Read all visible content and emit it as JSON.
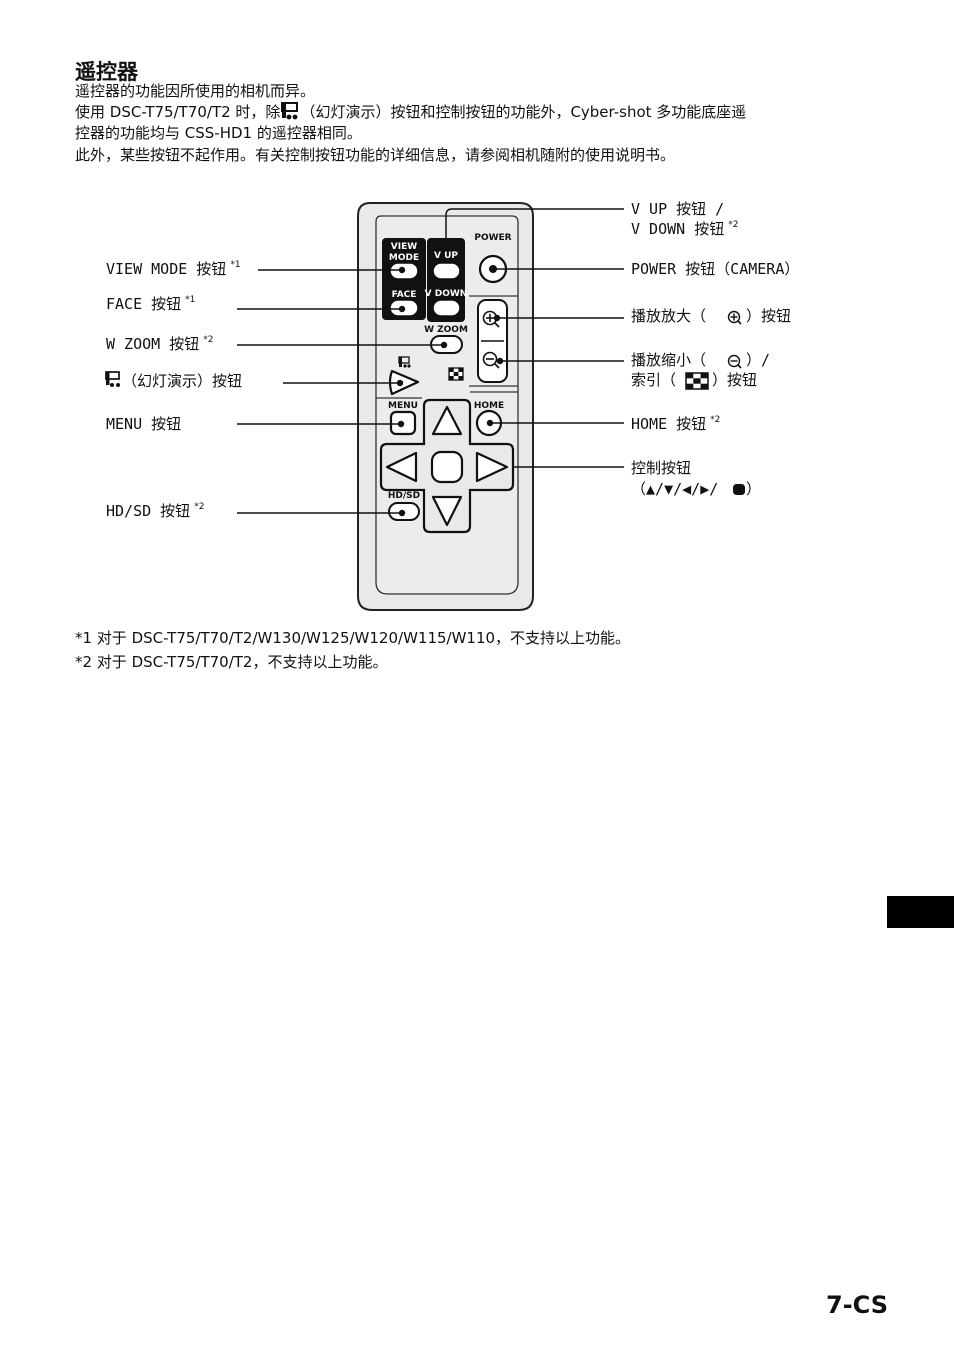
{
  "section": {
    "title": "遥控器",
    "para1": "遥控器的功能因所使用的相机而异。",
    "para2_before_icon": "使用 DSC-T75/T70/T2 时，除",
    "para2_after_icon": "（幻灯演示）按钮和控制按钮的功能外，Cyber-shot 多功能底座遥",
    "para2_line2": "控器的功能均与 CSS-HD1 的遥控器相同。",
    "para3": "此外，某些按钮不起作用。有关控制按钮功能的详细信息，请参阅相机随附的使用说明书。"
  },
  "remote": {
    "keys": {
      "view": "VIEW",
      "mode": "MODE",
      "face": "FACE",
      "vup": "V UP",
      "vdown": "V DOWN",
      "power": "POWER",
      "wzoom": "W ZOOM",
      "menu": "MENU",
      "home": "HOME",
      "hdsd": "HD/SD"
    }
  },
  "labels": {
    "view_mode": "VIEW MODE 按钮",
    "view_mode_sup": "*1",
    "face": "FACE 按钮",
    "face_sup": "*1",
    "w_zoom": "W ZOOM 按钮",
    "w_zoom_sup": "*2",
    "slideshow": "（幻灯演示）按钮",
    "menu": "MENU 按钮",
    "hd_sd": "HD/SD 按钮",
    "hd_sd_sup": "*2",
    "v_up_line1": "V UP 按钮 /",
    "v_up_line2": "V DOWN 按钮",
    "v_up_sup": "*2",
    "power": "POWER 按钮（CAMERA）",
    "zoom_in_before": "播放放大（",
    "zoom_in_after": "）按钮",
    "zoom_out_before": "播放缩小（",
    "zoom_out_after": "）/",
    "index_before": "索引（",
    "index_after": "）按钮",
    "home": "HOME 按钮",
    "home_sup": "*2",
    "control_line1": "控制按钮",
    "control_line2_open": "（",
    "control_line2_arrows": "▲/▼/◀/▶/",
    "control_line2_close": "）"
  },
  "footnotes": {
    "fn1": "*1 对于 DSC-T75/T70/T2/W130/W125/W120/W115/W110，不支持以上功能。",
    "fn2": "*2 对于 DSC-T75/T70/T2，不支持以上功能。"
  },
  "page_number": "7-CS"
}
